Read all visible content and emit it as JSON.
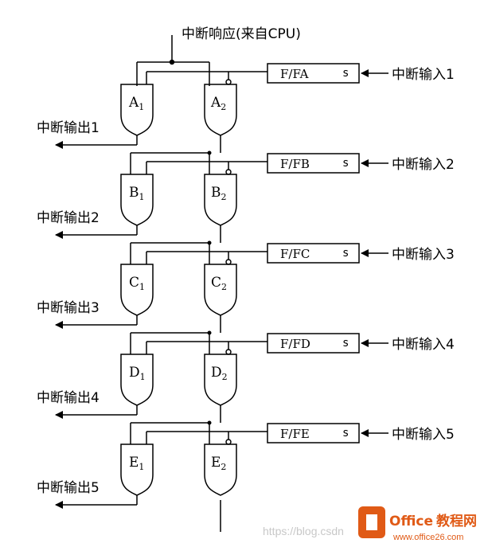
{
  "top_label": "中断响应(来自CPU)",
  "stages": [
    {
      "ff": "F/FA",
      "s": "s",
      "input": "中断输入1",
      "output": "中断输出1",
      "g1": "A",
      "g2": "A",
      "sub1": "1",
      "sub2": "2"
    },
    {
      "ff": "F/FB",
      "s": "s",
      "input": "中断输入2",
      "output": "中断输出2",
      "g1": "B",
      "g2": "B",
      "sub1": "1",
      "sub2": "2"
    },
    {
      "ff": "F/FC",
      "s": "s",
      "input": "中断输入3",
      "output": "中断输出3",
      "g1": "C",
      "g2": "C",
      "sub1": "1",
      "sub2": "2"
    },
    {
      "ff": "F/FD",
      "s": "s",
      "input": "中断输入4",
      "output": "中断输出4",
      "g1": "D",
      "g2": "D",
      "sub1": "1",
      "sub2": "2"
    },
    {
      "ff": "F/FE",
      "s": "s",
      "input": "中断输入5",
      "output": "中断输出5",
      "g1": "E",
      "g2": "E",
      "sub1": "1",
      "sub2": "2"
    }
  ],
  "watermark": "https://blog.csdn",
  "logo": {
    "brand": "Office",
    "brand_cn": "教程网",
    "url": "www.office26.com",
    "accent": "#e05a16"
  }
}
